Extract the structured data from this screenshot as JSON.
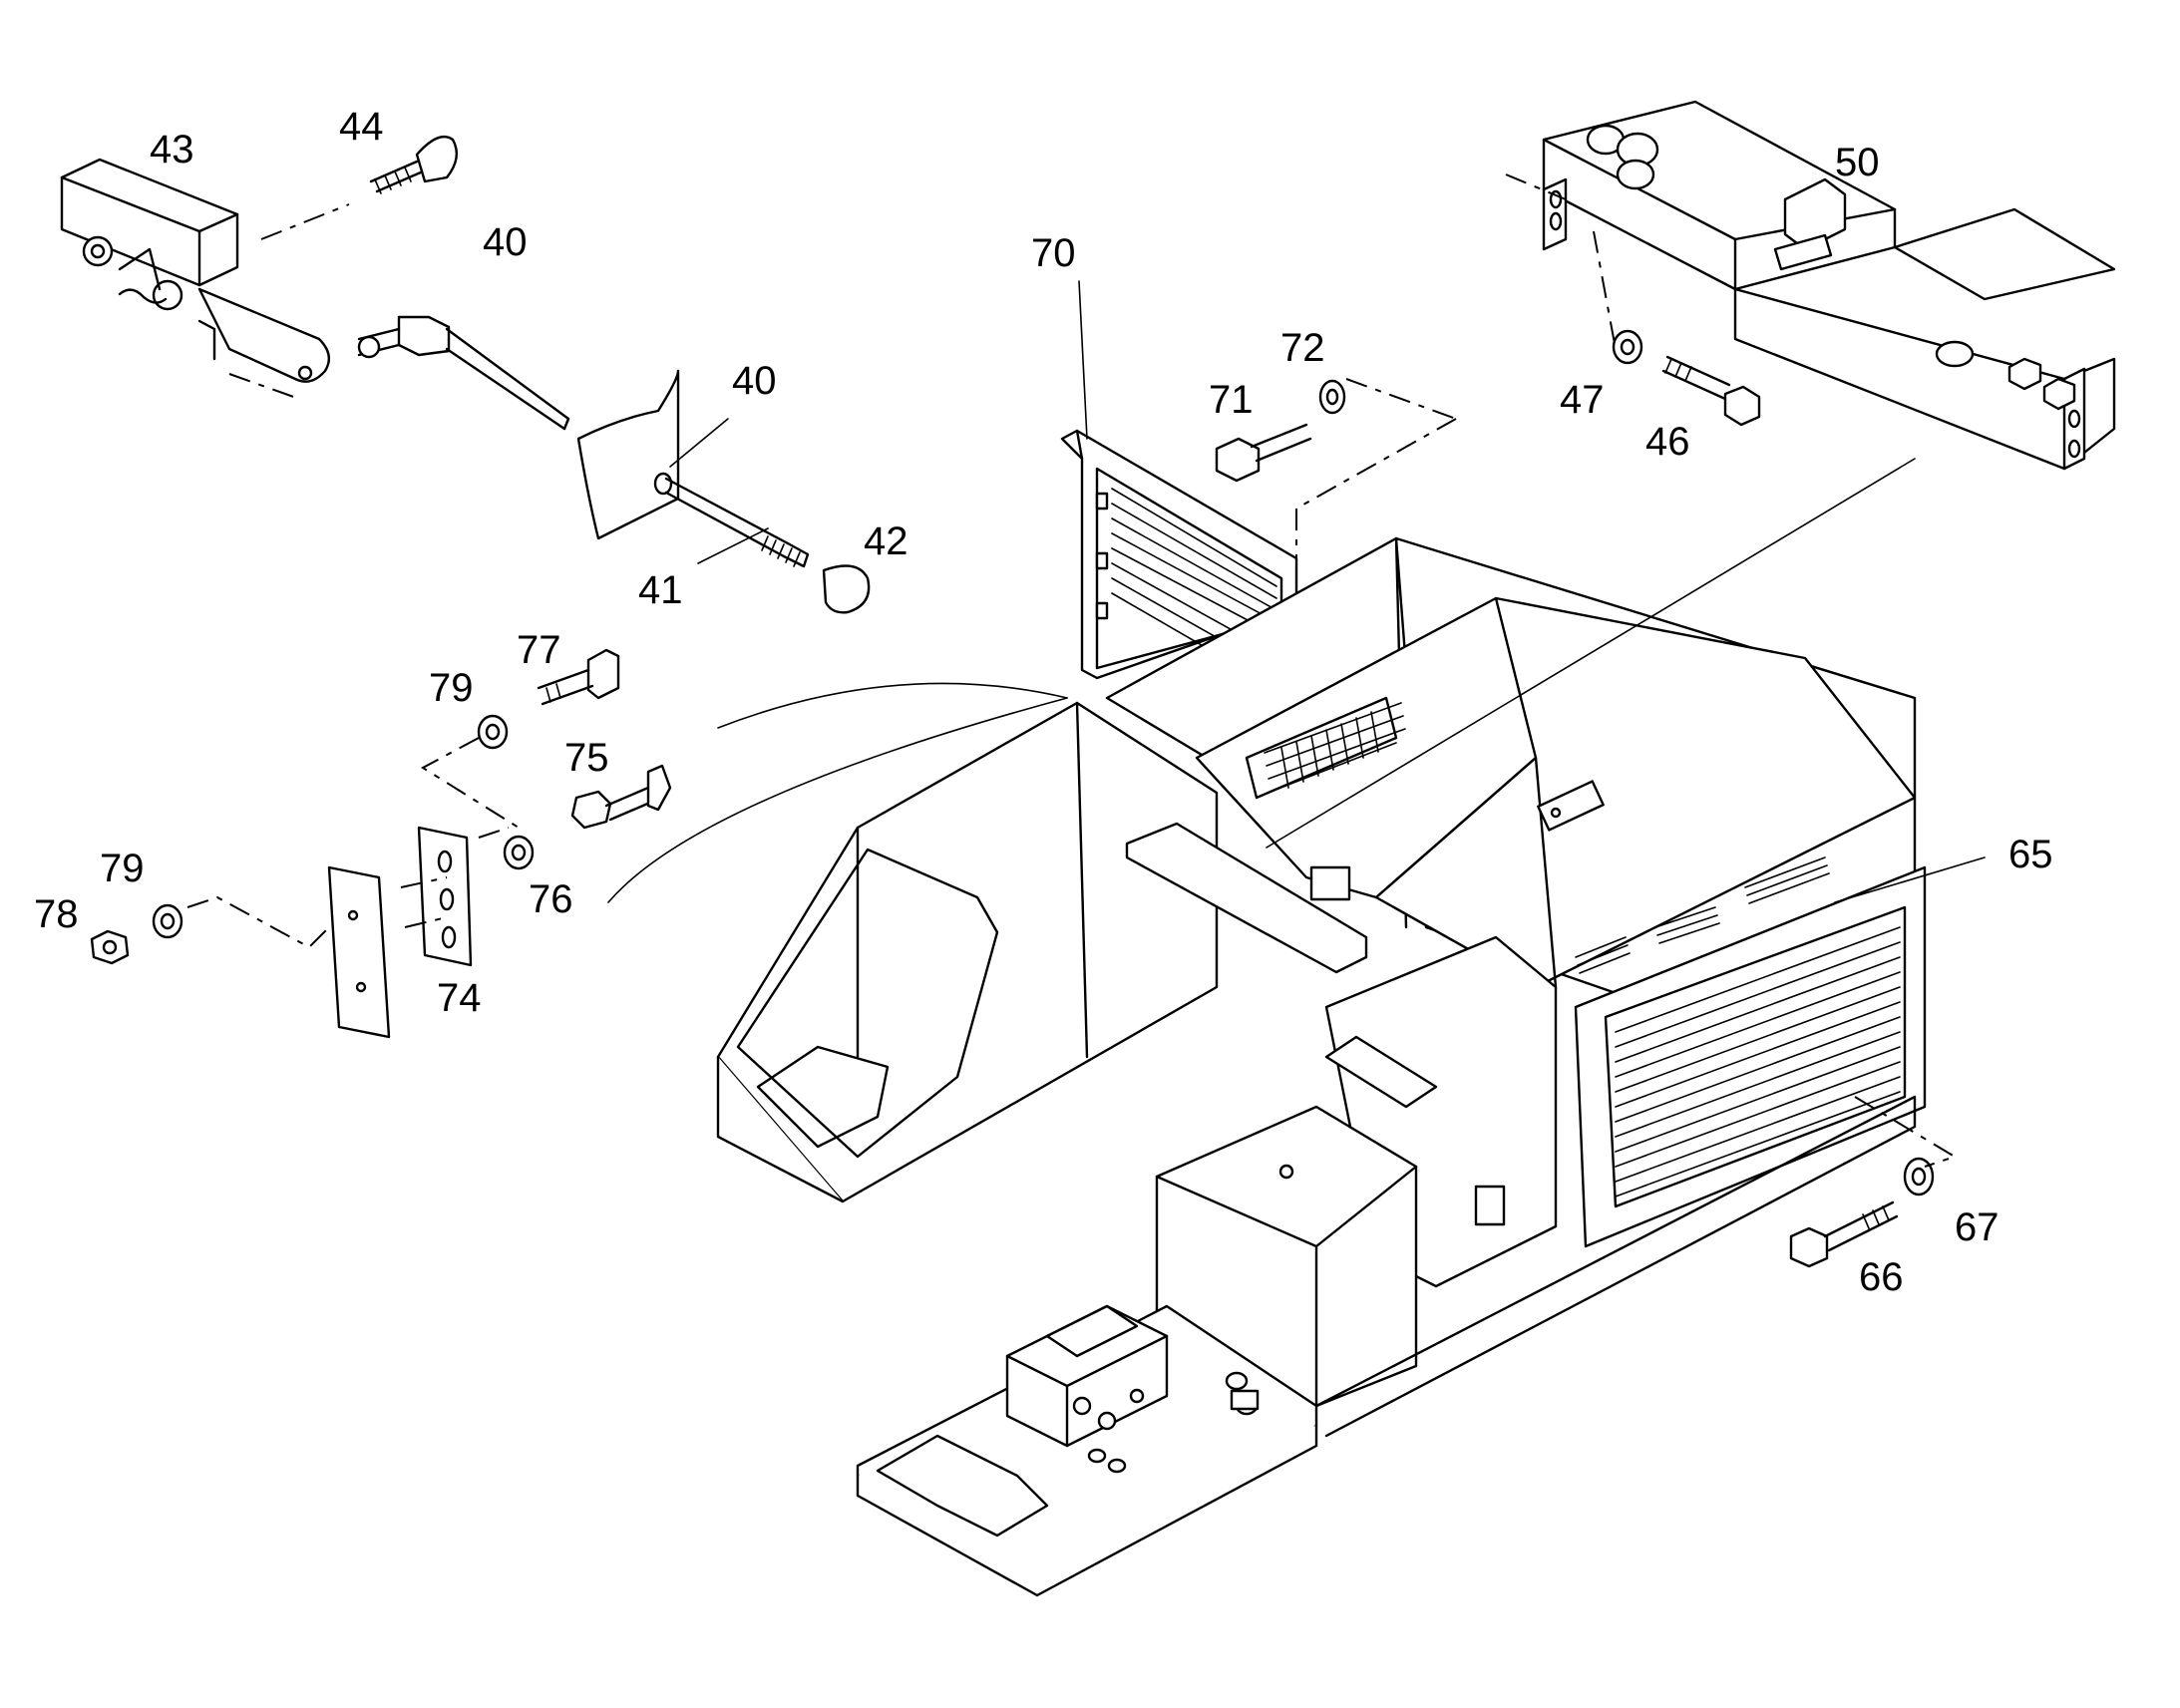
{
  "callouts": {
    "c43": "43",
    "c44": "44",
    "c40a": "40",
    "c40b": "40",
    "c41": "41",
    "c42": "42",
    "c70": "70",
    "c71": "71",
    "c72": "72",
    "c50": "50",
    "c47": "47",
    "c46": "46",
    "c77": "77",
    "c79a": "79",
    "c75": "75",
    "c76": "76",
    "c79b": "79",
    "c78": "78",
    "c74": "74",
    "c65": "65",
    "c67": "67",
    "c66": "66"
  },
  "colors": {
    "line": "#000000",
    "background": "#ffffff"
  }
}
